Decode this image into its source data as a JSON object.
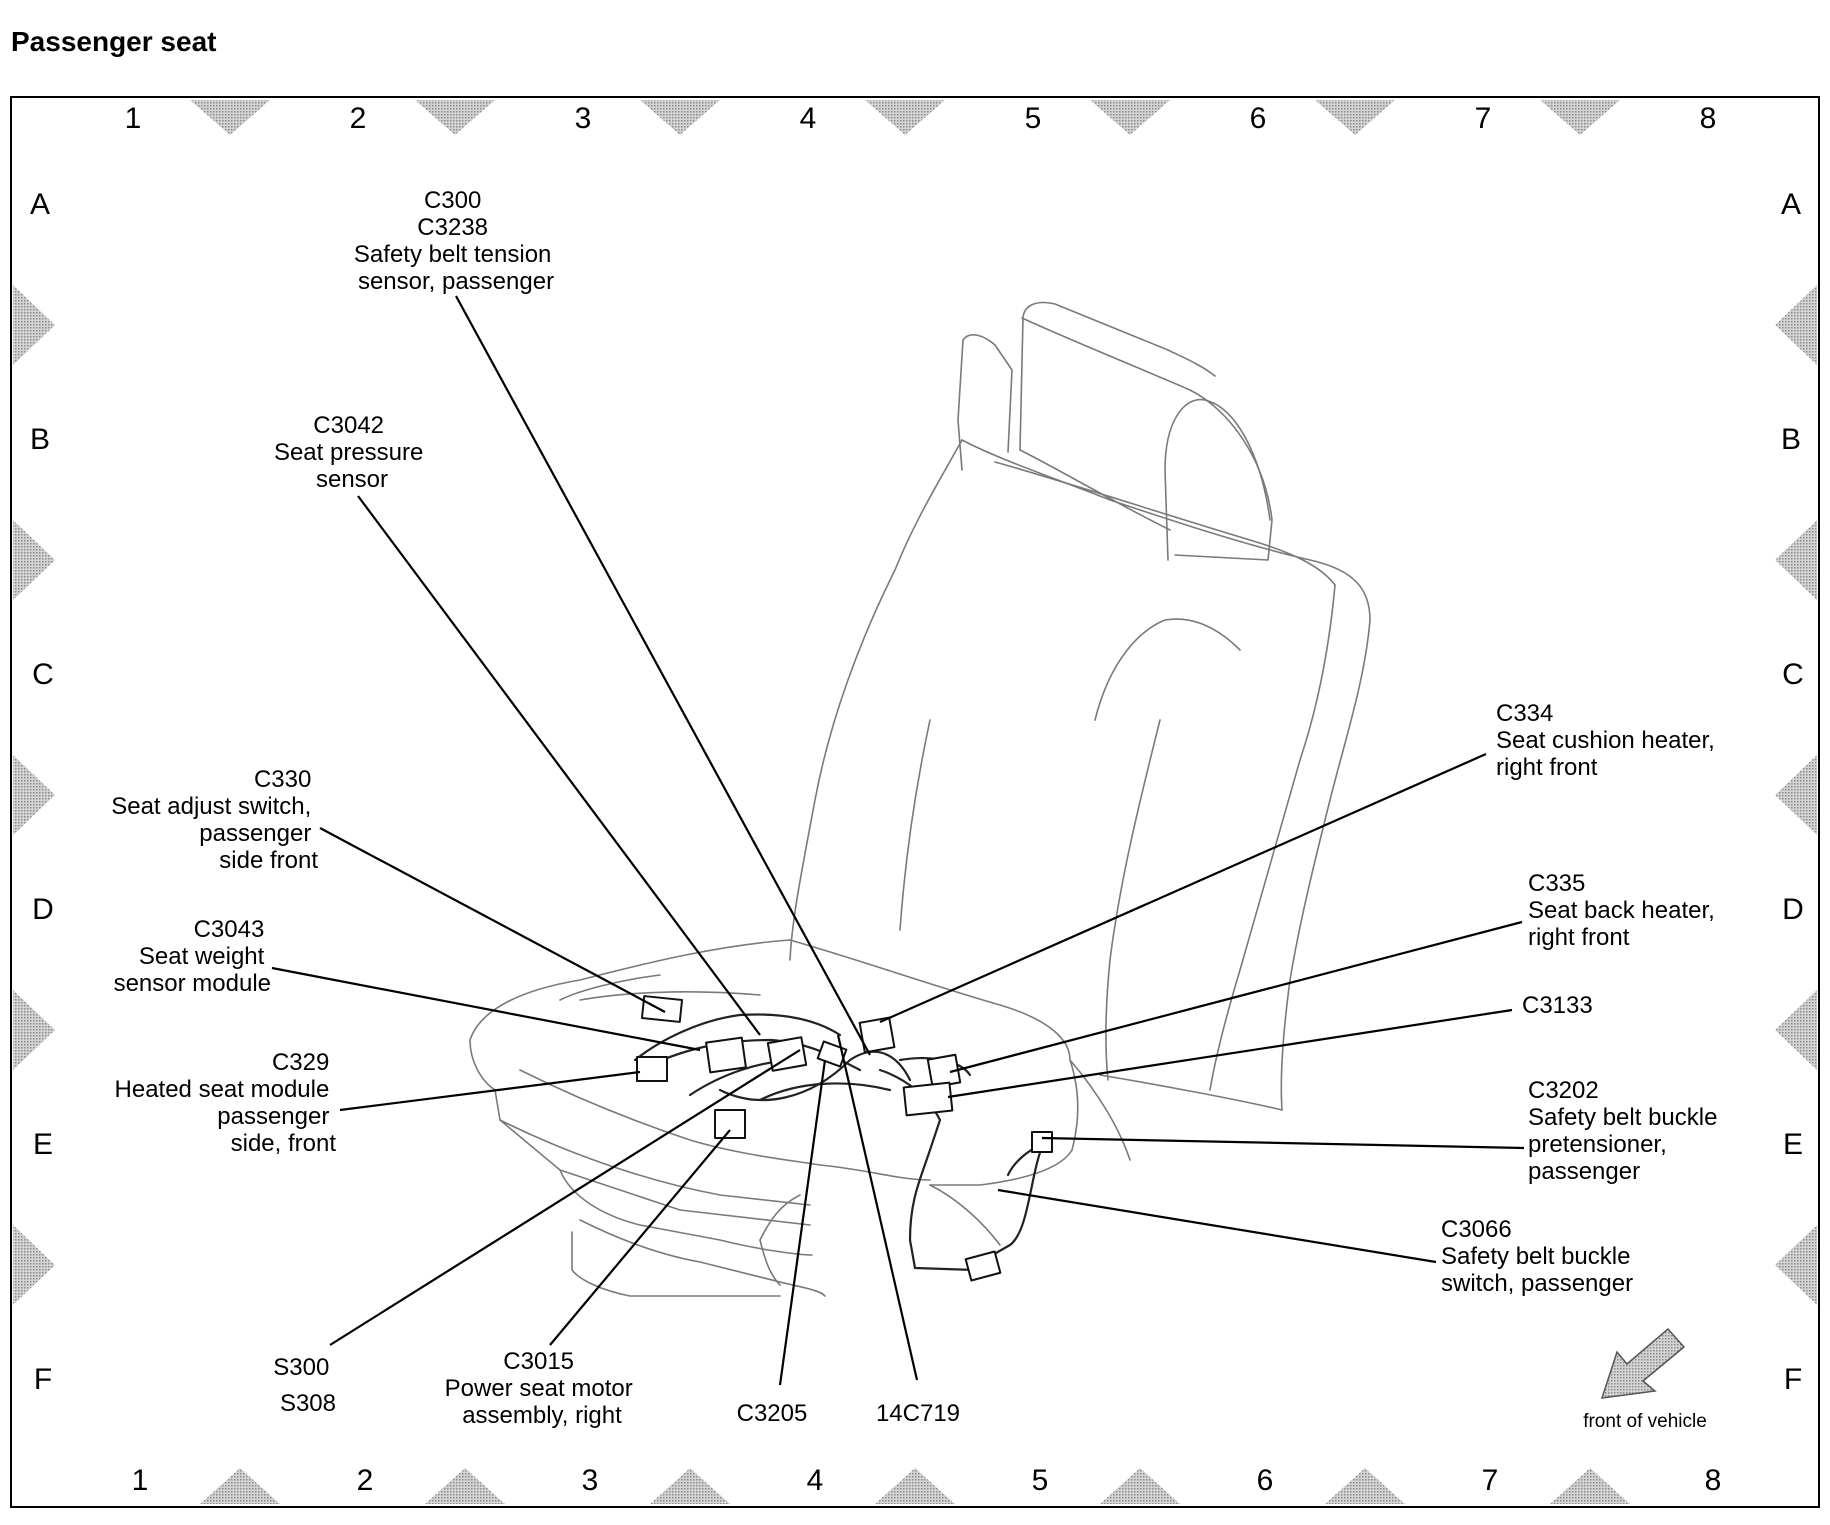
{
  "page_title": "Passenger seat",
  "grid": {
    "columns": [
      "1",
      "2",
      "3",
      "4",
      "5",
      "6",
      "7",
      "8"
    ],
    "rows": [
      "A",
      "B",
      "C",
      "D",
      "E",
      "F"
    ]
  },
  "callouts": {
    "c300": {
      "lines": [
        "C300",
        "C3238",
        "Safety belt tension",
        "sensor, passenger"
      ]
    },
    "c3042": {
      "lines": [
        "C3042",
        "Seat pressure",
        "sensor"
      ]
    },
    "c330": {
      "lines": [
        "C330",
        "Seat adjust switch,",
        "passenger",
        "side front"
      ]
    },
    "c3043": {
      "lines": [
        "C3043",
        "Seat weight",
        "sensor module"
      ]
    },
    "c329": {
      "lines": [
        "C329",
        "Heated seat module",
        "passenger",
        "side, front"
      ]
    },
    "s300": {
      "lines": [
        "S300",
        "S308"
      ]
    },
    "c3015": {
      "lines": [
        "C3015",
        "Power seat motor",
        "assembly, right"
      ]
    },
    "c3205": {
      "lines": [
        "C3205"
      ]
    },
    "h14c719": {
      "lines": [
        "14C719"
      ]
    },
    "c334": {
      "lines": [
        "C334",
        "Seat cushion heater,",
        "right front"
      ]
    },
    "c335": {
      "lines": [
        "C335",
        "Seat back heater,",
        "right front"
      ]
    },
    "c3133": {
      "lines": [
        "C3133"
      ]
    },
    "c3202": {
      "lines": [
        "C3202",
        "Safety belt buckle",
        "pretensioner,",
        "passenger"
      ]
    },
    "c3066": {
      "lines": [
        "C3066",
        "Safety belt buckle",
        "switch, passenger"
      ]
    }
  },
  "front_of_vehicle": "front of vehicle"
}
